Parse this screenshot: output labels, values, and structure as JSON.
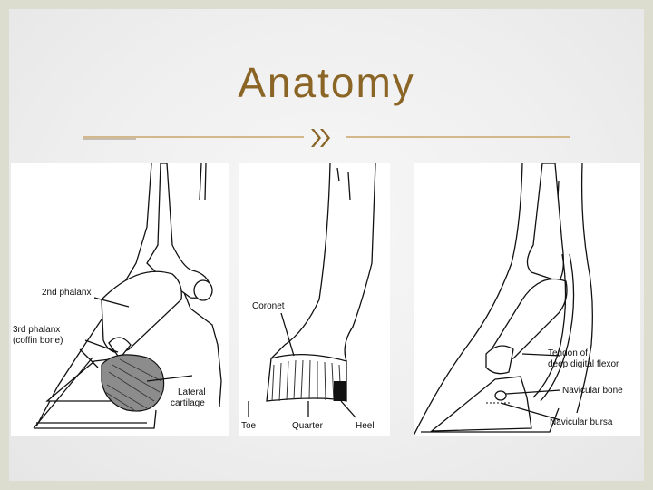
{
  "slide": {
    "title": "Anatomy",
    "title_color": "#8a6526",
    "accent_line_color": "#c8a56a",
    "background_color": "#dcdccf"
  },
  "divider": {
    "icon": "double-chevron-right-icon"
  },
  "figures": {
    "left": {
      "labels": {
        "phalanx2": "2nd phalanx",
        "phalanx3_line1": "3rd phalanx",
        "phalanx3_line2": "(coffin bone)",
        "lateral_line1": "Lateral",
        "lateral_line2": "cartilage"
      }
    },
    "middle": {
      "labels": {
        "coronet": "Coronet",
        "toe": "Toe",
        "quarter": "Quarter",
        "heel": "Heel"
      }
    },
    "right": {
      "labels": {
        "tendon_line1": "Tendon of",
        "tendon_line2": "deep digital flexor",
        "navicular_bone": "Navicular bone",
        "navicular_bursa": "Navicular bursa"
      }
    }
  }
}
